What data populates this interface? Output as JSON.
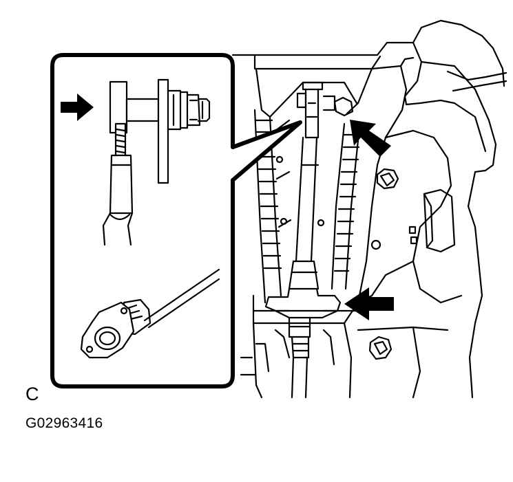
{
  "figure": {
    "view_label": "C",
    "figure_id": "G02963416",
    "colors": {
      "line": "#000000",
      "background": "#ffffff"
    },
    "icons": {
      "arrow": "arrow-pointer",
      "callout": "rounded-callout-box"
    }
  }
}
